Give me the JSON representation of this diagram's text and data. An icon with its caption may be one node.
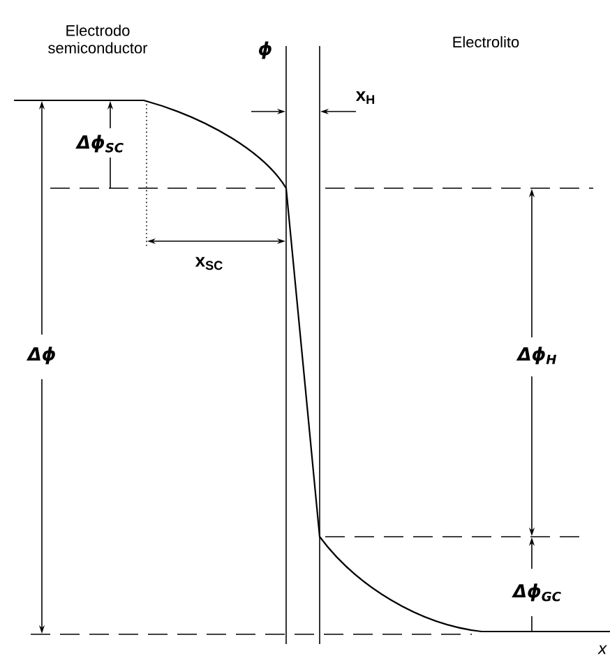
{
  "diagram": {
    "labels": [
      "Electrodo semiconductor",
      "ϕ",
      "Electrolito",
      "x$_{H}$",
      "Δϕ$_{SC}$",
      "x$_{SC}$",
      "Δϕ",
      "Δϕ$_{H}$",
      "Δϕ$_{GC}$",
      "x"
    ]
  }
}
